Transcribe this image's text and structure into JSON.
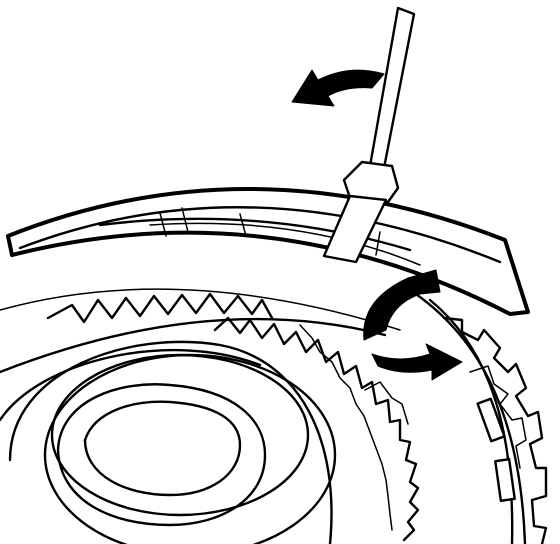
{
  "figure": {
    "background": "#ffffff",
    "ink": "#000000",
    "parts": [
      "screwdriver",
      "snap-ring",
      "gear-housing",
      "internal-gear-teeth",
      "hub",
      "external-splines"
    ],
    "arrows": [
      "removal-direction-arrow",
      "rotation-arrow"
    ]
  }
}
